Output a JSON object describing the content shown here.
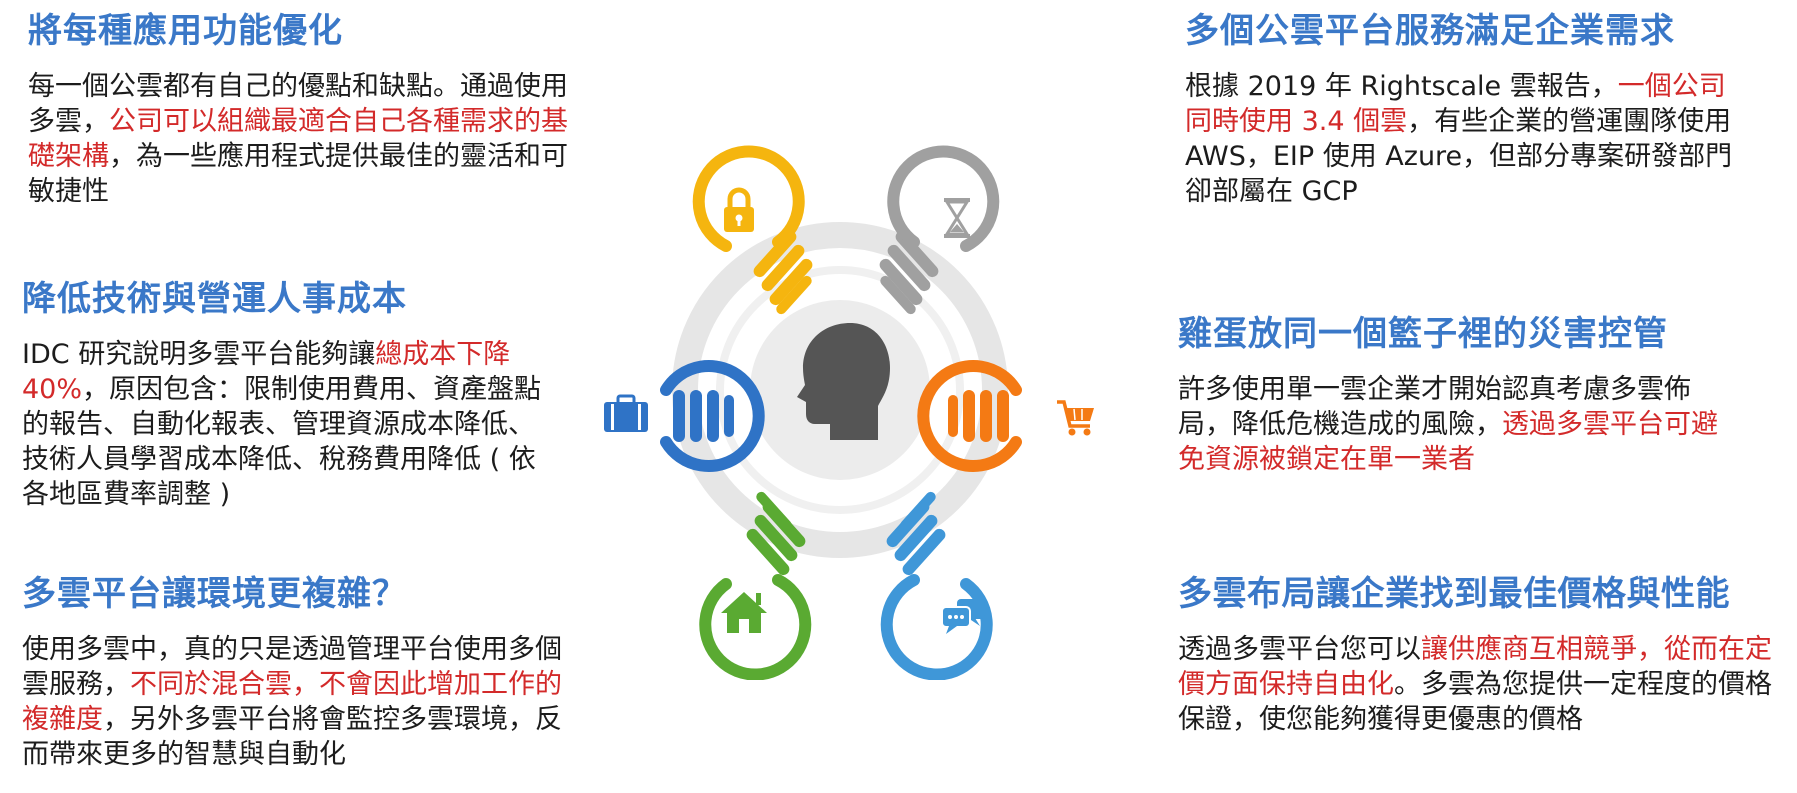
{
  "blocks": {
    "b1": {
      "title": "將每種應用功能優化",
      "parts": [
        {
          "t": "每一個公雲都有自己的優點和缺點。通過使用多雲，",
          "hl": false
        },
        {
          "t": "公司可以組織最適合自己各種需求的基礎架構",
          "hl": true
        },
        {
          "t": "，為一些應用程式提供最佳的靈活和可敏捷性",
          "hl": false
        }
      ]
    },
    "b2": {
      "title": "降低技術與營運人事成本",
      "parts": [
        {
          "t": "IDC 研究說明多雲平台能夠讓",
          "hl": false
        },
        {
          "t": "總成本下降 40%",
          "hl": true
        },
        {
          "t": "，原因包含：限制使用費用、資產盤點的報告、自動化報表、管理資源成本降低、技術人員學習成本降低、稅務費用降低 ( 依各地區費率調整 )",
          "hl": false
        }
      ]
    },
    "b3": {
      "title": "多雲平台讓環境更複雜？",
      "parts": [
        {
          "t": "使用多雲中，真的只是透過管理平台使用多個雲服務，",
          "hl": false
        },
        {
          "t": "不同於混合雲，不會因此增加工作的複雜度",
          "hl": true
        },
        {
          "t": "，另外多雲平台將會監控多雲環境，反而帶來更多的智慧與自動化",
          "hl": false
        }
      ]
    },
    "b4": {
      "title": "多個公雲平台服務滿足企業需求",
      "parts": [
        {
          "t": "根據 2019 年 Rightscale 雲報告，",
          "hl": false
        },
        {
          "t": "一個公司同時使用 3.4 個雲",
          "hl": true
        },
        {
          "t": "，有些企業的營運團隊使用 AWS，EIP 使用 Azure，但部分專案研發部門卻部屬在 GCP",
          "hl": false
        }
      ]
    },
    "b5": {
      "title": "雞蛋放同一個籃子裡的災害控管",
      "parts": [
        {
          "t": "許多使用單一雲企業才開始認真考慮多雲佈局，降低危機造成的風險，",
          "hl": false
        },
        {
          "t": "透過多雲平台可避免資源被鎖定在單一業者",
          "hl": true
        }
      ]
    },
    "b6": {
      "title": "多雲布局讓企業找到最佳價格與性能",
      "parts": [
        {
          "t": "透過多雲平台您可以",
          "hl": false
        },
        {
          "t": "讓供應商互相競爭，從而在定價方面保持自由化",
          "hl": true
        },
        {
          "t": "。多雲為您提供一定程度的價格保證，使您能夠獲得更優惠的價格",
          "hl": false
        }
      ]
    }
  },
  "diagram": {
    "center_icon": "human-head-icon",
    "bulbs": [
      {
        "id": "lock",
        "icon": "lock-icon",
        "color": "#f5b50f"
      },
      {
        "id": "hourglass",
        "icon": "hourglass-icon",
        "color": "#a0a0a0"
      },
      {
        "id": "briefcase",
        "icon": "briefcase-icon",
        "color": "#2f73c6"
      },
      {
        "id": "cart",
        "icon": "cart-icon",
        "color": "#f47a14"
      },
      {
        "id": "home",
        "icon": "home-icon",
        "color": "#5aaa32"
      },
      {
        "id": "chat",
        "icon": "chat-icon",
        "color": "#3f97d8"
      }
    ],
    "ring_color": "#e4e4e4",
    "center_color": "#ececec",
    "head_color": "#555555"
  }
}
